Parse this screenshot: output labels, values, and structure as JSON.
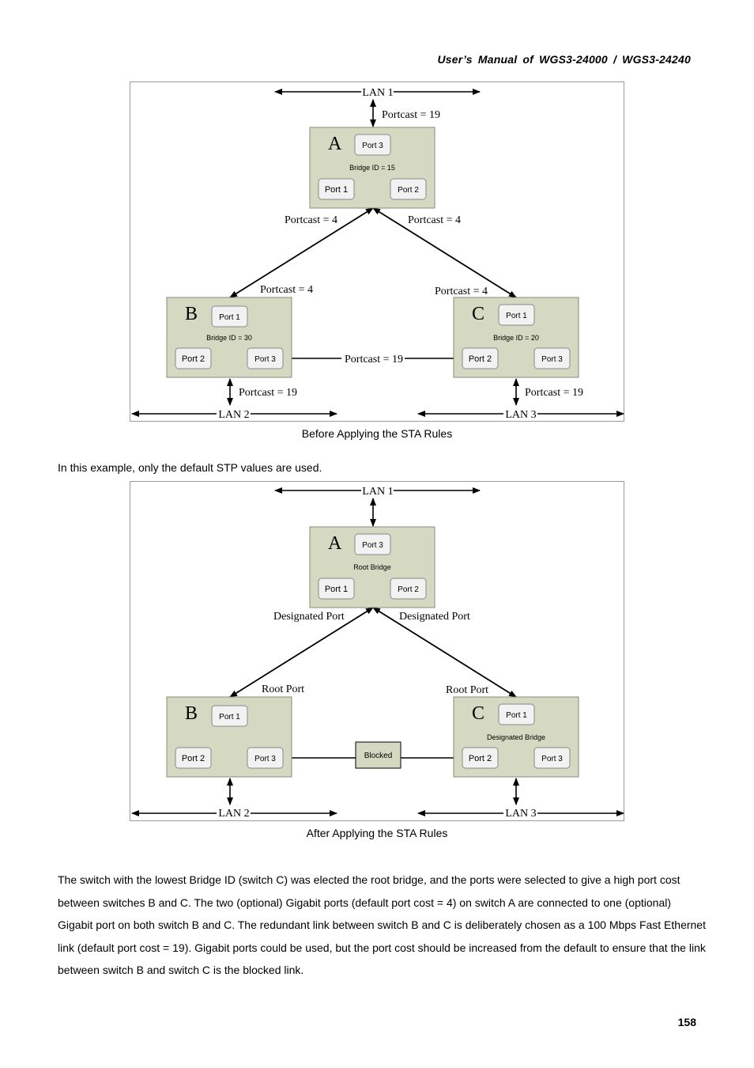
{
  "header": {
    "title": "User’s  Manual  of  WGS3-24000  /  WGS3-24240"
  },
  "diagram1": {
    "lan1": "LAN 1",
    "lan2": "LAN 2",
    "lan3": "LAN 3",
    "cost_lan1_a": "Portcast = 19",
    "cost_a_left": "Portcast = 4",
    "cost_a_right": "Portcast = 4",
    "cost_b_top": "Portcast = 4",
    "cost_c_top": "Portcast = 4",
    "cost_b_c": "Portcast = 19",
    "cost_b_lan2": "Portcast = 19",
    "cost_c_lan3": "Portcast = 19",
    "switch_a": {
      "letter": "A",
      "port_top": "Port 3",
      "label": "Bridge ID = 15",
      "port_left": "Port 1",
      "port_right": "Port 2"
    },
    "switch_b": {
      "letter": "B",
      "port_top": "Port 1",
      "label": "Bridge ID = 30",
      "port_left": "Port 2",
      "port_right": "Port 3"
    },
    "switch_c": {
      "letter": "C",
      "port_top": "Port 1",
      "label": "Bridge ID = 20",
      "port_left": "Port 2",
      "port_right": "Port 3"
    }
  },
  "caption1": "Before Applying the STA Rules",
  "intro": "In this example, only the default STP values are used.",
  "diagram2": {
    "lan1": "LAN 1",
    "lan2": "LAN 2",
    "lan3": "LAN 3",
    "a_left_label": "Designated Port",
    "a_right_label": "Designated Port",
    "b_top_label": "Root Port",
    "c_top_label": "Root Port",
    "blocked": "Blocked",
    "switch_a": {
      "letter": "A",
      "port_top": "Port 3",
      "label": "Root Bridge",
      "port_left": "Port 1",
      "port_right": "Port 2"
    },
    "switch_b": {
      "letter": "B",
      "port_top": "Port 1",
      "label": "",
      "port_left": "Port 2",
      "port_right": "Port 3"
    },
    "switch_c": {
      "letter": "C",
      "port_top": "Port 1",
      "label": "Designated Bridge",
      "port_left": "Port 2",
      "port_right": "Port 3"
    }
  },
  "caption2": "After Applying the STA Rules",
  "body": "The switch with the lowest Bridge ID (switch C) was elected the root bridge, and the ports were selected to give a high port cost between switches B and C. The two (optional) Gigabit ports (default port cost = 4) on switch A are connected to one (optional) Gigabit port on both switch B and C. The redundant link between switch B and C is deliberately chosen as a 100 Mbps Fast Ethernet link (default port cost = 19). Gigabit ports could be used, but the port cost should be increased from the default to ensure that the link between switch B and switch C is the blocked link.",
  "page_number": "158",
  "colors": {
    "switch_fill": "#d6d9c1",
    "switch_border": "#8a8a7a",
    "port_fill": "#f2f2f2"
  }
}
